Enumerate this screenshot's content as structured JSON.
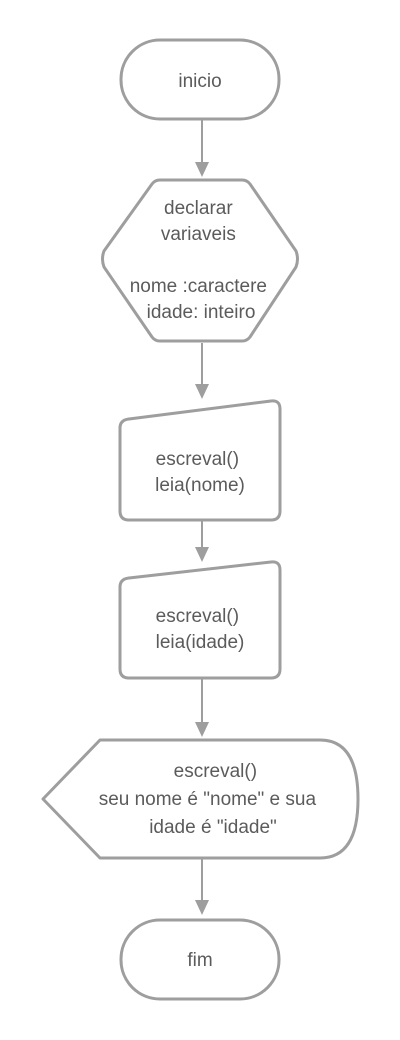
{
  "diagram": {
    "colors": {
      "stroke": "#9e9e9e",
      "text": "#5b5b5b",
      "background": "#ffffff"
    },
    "nodes": {
      "start": {
        "shape": "terminal",
        "lines": [
          "inicio"
        ]
      },
      "declare": {
        "shape": "preparation",
        "lines": [
          "declarar",
          "variaveis",
          "",
          "nome :caractere",
          "idade: inteiro"
        ]
      },
      "input_name": {
        "shape": "manual-input",
        "lines": [
          "escreval()",
          "leia(nome)"
        ]
      },
      "input_age": {
        "shape": "manual-input",
        "lines": [
          "escreval()",
          "leia(idade)"
        ]
      },
      "output": {
        "shape": "display",
        "lines": [
          "escreval()",
          "seu nome é \"nome\" e sua",
          "idade é \"idade\""
        ]
      },
      "end": {
        "shape": "terminal",
        "lines": [
          "fim"
        ]
      }
    },
    "edges": [
      {
        "from": "start",
        "to": "declare"
      },
      {
        "from": "declare",
        "to": "input_name"
      },
      {
        "from": "input_name",
        "to": "input_age"
      },
      {
        "from": "input_age",
        "to": "output"
      },
      {
        "from": "output",
        "to": "end"
      }
    ]
  }
}
